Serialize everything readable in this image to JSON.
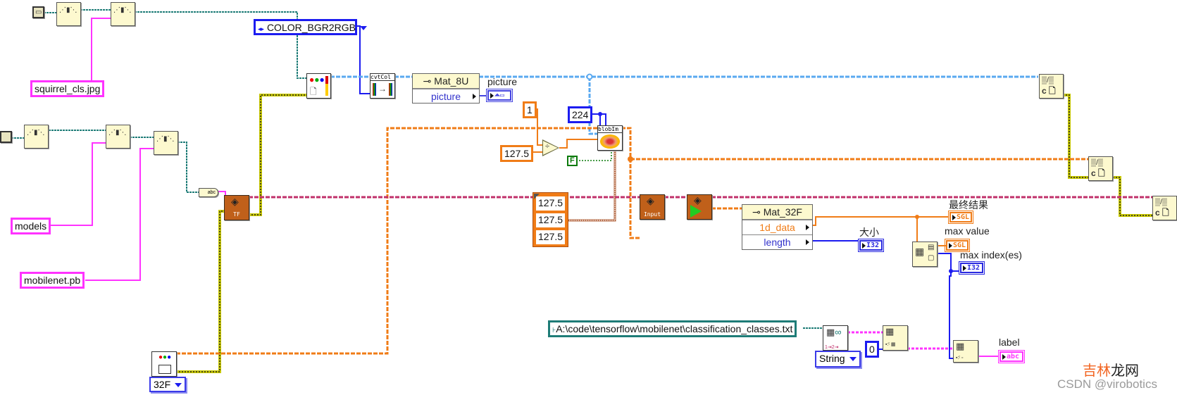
{
  "diagram": {
    "title": "LabVIEW block diagram - TensorFlow MobileNet image classification"
  },
  "constants": {
    "image_file": "squirrel_cls.jpg",
    "color_conversion": "COLOR_BGR2RGB",
    "models_dir": "models",
    "model_file": "mobilenet.pb",
    "size": "224",
    "one": "1",
    "scale_divisor": "127.5",
    "swap_rb": "F",
    "mean_values": [
      "127.5",
      "127.5",
      "127.5"
    ],
    "classes_path": "A:\\code\\tensorflow\\mobilenet\\classification_classes.txt",
    "index_zero": "0",
    "mat_type": "32F",
    "spreadsheet_type": "String"
  },
  "nodes": {
    "cvtcolor": "cvtCol",
    "blob": "blobIm",
    "tf_net": "TF",
    "set_input": "Input",
    "divide": "÷",
    "path_to_string": "abc"
  },
  "property_nodes": [
    {
      "class": "Mat_8U",
      "properties": [
        "picture"
      ]
    },
    {
      "class": "Mat_32F",
      "properties": [
        "1d_data",
        "length"
      ]
    }
  ],
  "indicators": {
    "picture": {
      "label": "picture",
      "type": "picture"
    },
    "size": {
      "label": "大小",
      "type": "I32"
    },
    "final_result": {
      "label": "最终结果",
      "type": "SGL"
    },
    "max_value": {
      "label": "max value",
      "type": "SGL"
    },
    "max_index": {
      "label": "max index(es)",
      "type": "I32"
    },
    "label": {
      "label": "label",
      "type": "abc"
    }
  },
  "watermark": {
    "site_orange": "吉林",
    "site_black": "龙网",
    "credit": "CSDN @virobotics"
  },
  "colors": {
    "string_wire": "#ff33ff",
    "path_wire": "#1e7c77",
    "int_wire": "#1c1cf0",
    "float_wire": "#f07c17",
    "class_wire_mat": "#5aa9f0",
    "class_wire_net": "#c0306a",
    "error_wire": "#c8c800",
    "node_bg": "#fdf9cf",
    "net_node_bg": "#c0601a"
  }
}
